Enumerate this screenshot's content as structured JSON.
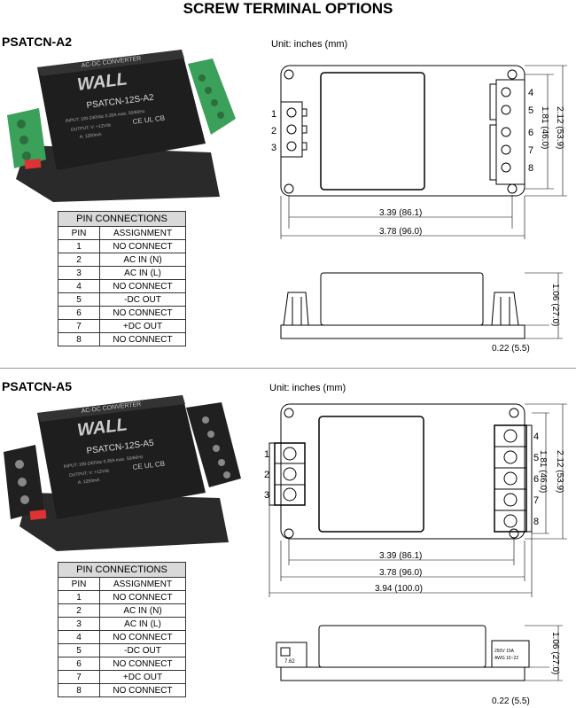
{
  "title": "SCREW TERMINAL OPTIONS",
  "section_a2": {
    "model": "PSATCN-A2",
    "unit_label": "Unit: inches (mm)",
    "product": {
      "top_text": "AC-DC CONVERTER",
      "brand": "WALL",
      "model_text": "PSATCN-12S-A2",
      "spec_line1": "INPUT: 100-240Vac 0.35A max. 50/60Hz",
      "spec_line2": "OUTPUT: V: +12Vdc",
      "spec_line3": "A: 1250mA",
      "marks": "CE  UL  CB"
    },
    "dims": {
      "w_inner": "3.39 (86.1)",
      "w_outer": "3.78 (96.0)",
      "h_inner": "1.81 (46.0)",
      "h_outer": "2.12 (53.9)",
      "height": "1.06 (27.0)",
      "foot": "0.22 (5.5)"
    },
    "left_pins": [
      "1",
      "2",
      "3"
    ],
    "right_pins": [
      "4",
      "5",
      "6",
      "7",
      "8"
    ]
  },
  "section_a5": {
    "model": "PSATCN-A5",
    "unit_label": "Unit: inches (mm)",
    "product": {
      "top_text": "AC-DC CONVERTER",
      "brand": "WALL",
      "model_text": "PSATCN-12S-A5",
      "spec_line1": "INPUT: 100-240Vac 0.35A max. 50/60Hz",
      "spec_line2": "OUTPUT: V: +12Vdc",
      "spec_line3": "A: 1250mA",
      "marks": "CE  UL  CB"
    },
    "dims": {
      "w_inner": "3.39 (86.1)",
      "w_mid": "3.78 (96.0)",
      "w_outer": "3.94 (100.0)",
      "h_inner": "1.81 (46.0)",
      "h_outer": "2.12 (53.9)",
      "height": "1.06 (27.0)",
      "foot": "0.22 (5.5)",
      "terminal_pitch": "7.62",
      "terminal_rating_1": "250V 15A",
      "terminal_rating_2": "AWG 16~22"
    },
    "left_pins": [
      "1",
      "2",
      "3"
    ],
    "right_pins": [
      "4",
      "5",
      "6",
      "7",
      "8"
    ]
  },
  "pin_table": {
    "title": "PIN CONNECTIONS",
    "col_pin": "PIN",
    "col_assignment": "ASSIGNMENT",
    "rows": [
      {
        "pin": "1",
        "assignment": "NO CONNECT"
      },
      {
        "pin": "2",
        "assignment": "AC IN (N)"
      },
      {
        "pin": "3",
        "assignment": "AC IN (L)"
      },
      {
        "pin": "4",
        "assignment": "NO CONNECT"
      },
      {
        "pin": "5",
        "assignment": "-DC OUT"
      },
      {
        "pin": "6",
        "assignment": "NO CONNECT"
      },
      {
        "pin": "7",
        "assignment": "+DC OUT"
      },
      {
        "pin": "8",
        "assignment": "NO CONNECT"
      }
    ]
  },
  "colors": {
    "product_body": "#1e1e1e",
    "terminal_green": "#3aa05a",
    "terminal_black": "#202020",
    "header_gray": "#d9d9d9"
  }
}
